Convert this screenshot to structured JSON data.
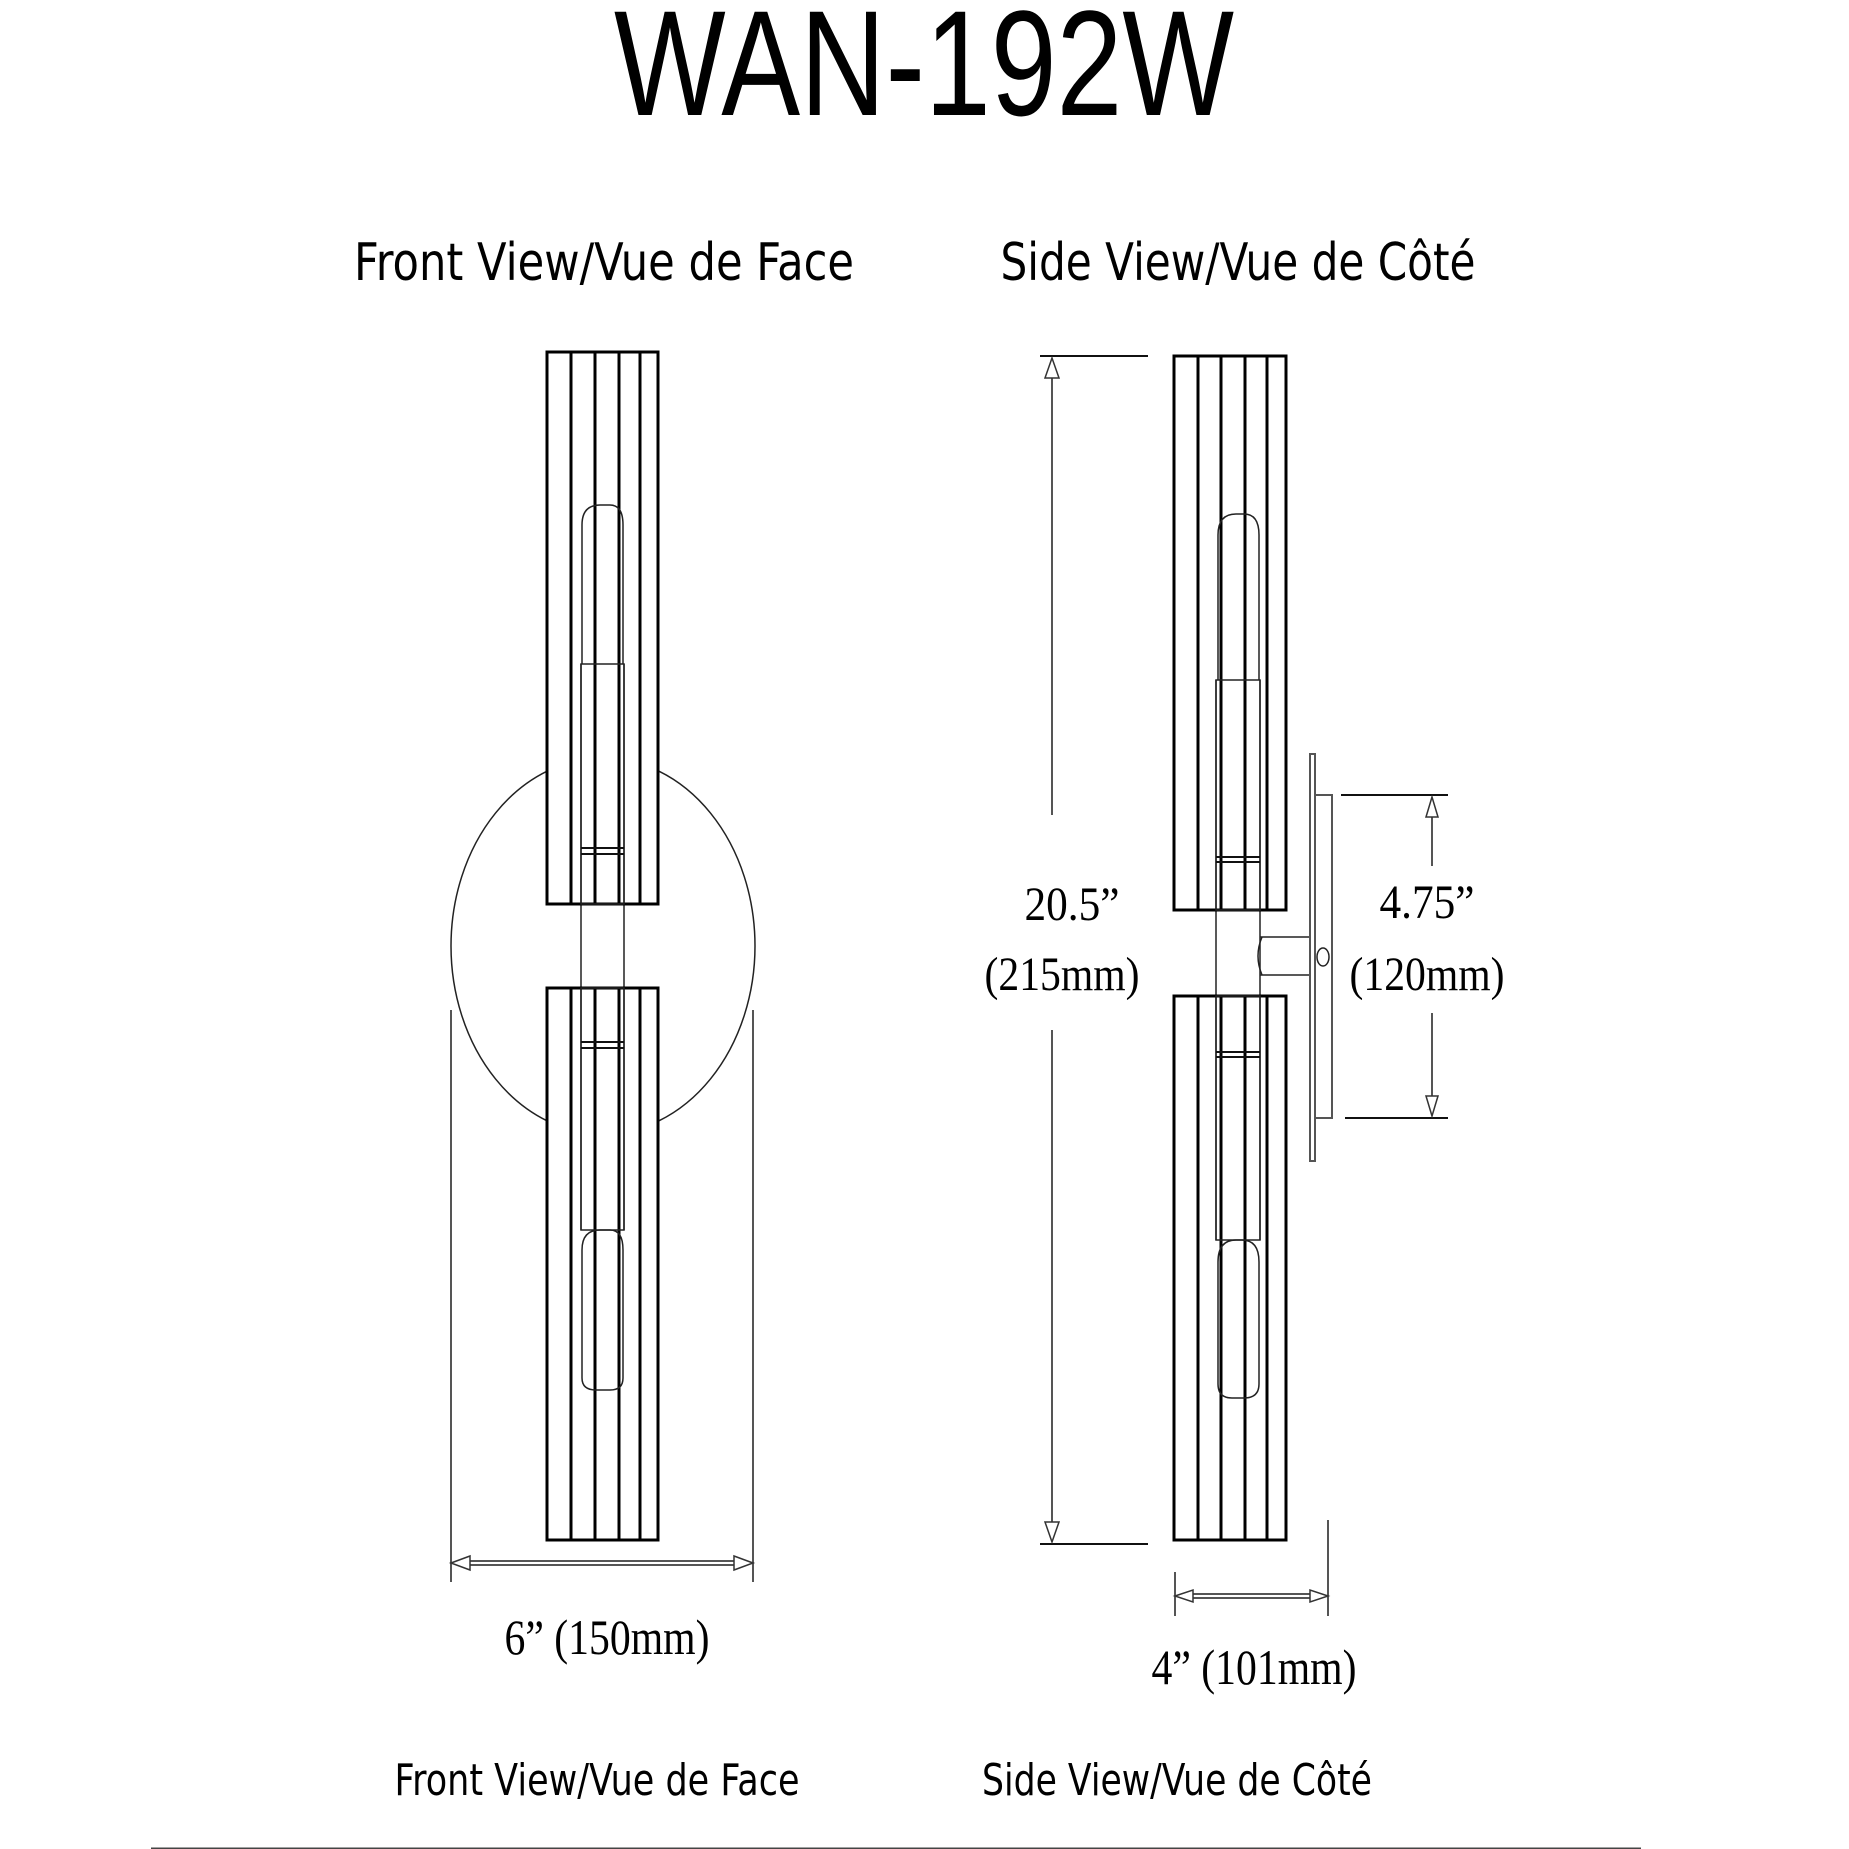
{
  "title": "WAN-192W",
  "views": {
    "front_top_label": "Front View/Vue de Face",
    "side_top_label": "Side View/Vue de Côté",
    "front_bottom_label": "Front View/Vue de Face",
    "side_bottom_label": "Side View/Vue de Côté"
  },
  "dimensions": {
    "height_in": "20.5”",
    "height_mm": "(215mm)",
    "backplate_in": "4.75”",
    "backplate_mm": "(120mm)",
    "front_width": "6” (150mm)",
    "side_depth": "4” (101mm)"
  },
  "colors": {
    "line": "#000000",
    "dimension_line": "#555555",
    "background": "#ffffff"
  }
}
